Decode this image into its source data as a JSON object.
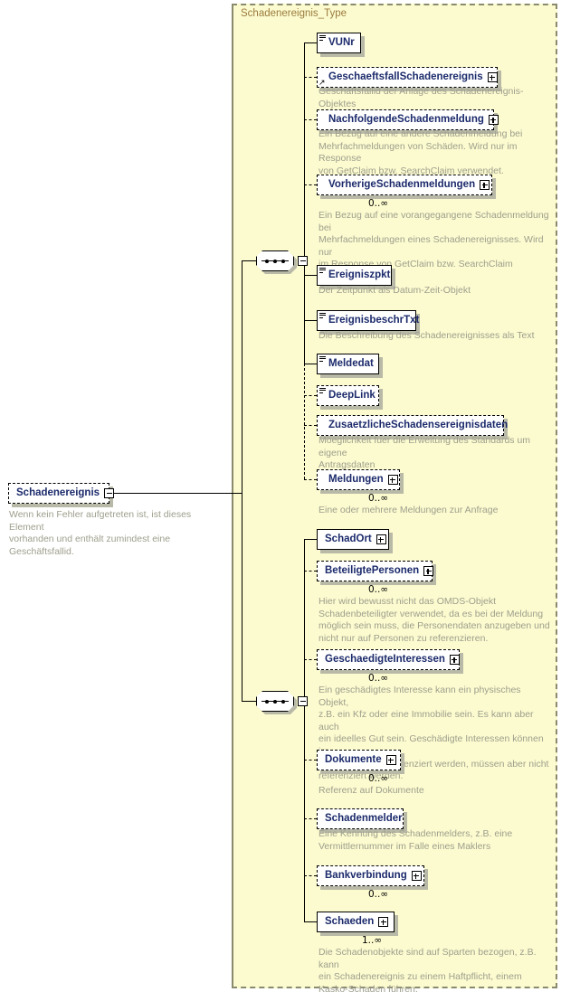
{
  "diagram": {
    "kind": "xsd-schema-tree",
    "type_container_title": "Schadenereignis_Type",
    "colors": {
      "container_bg": "#fcfbcf",
      "container_border": "#8a8a6e",
      "node_label": "#1b2a6b",
      "annotation": "#9e9e8d",
      "type_title": "#9a7b3f",
      "shadow": "#b9b9a8"
    }
  },
  "root": {
    "label": "Schadenereignis",
    "style": "dashed",
    "control": "minus",
    "annotation": "Wenn kein Fehler aufgetreten ist, ist dieses Element\nvorhanden und enthält zumindest eine Geschäftsfallid."
  },
  "sequences": [
    {
      "name": "sequence-group-1",
      "control": "minus"
    },
    {
      "name": "sequence-group-2",
      "control": "minus"
    }
  ],
  "nodes": [
    {
      "id": "vunr",
      "label": "VUNr",
      "style": "solid",
      "glyph": "simple-type",
      "control": "none",
      "occurs": "",
      "annotation": ""
    },
    {
      "id": "geschaeftsfallschadenereignis",
      "label": "GeschaeftsfallSchadenereignis",
      "style": "dashed",
      "glyph": "ref-arrow",
      "control": "plus",
      "occurs": "",
      "annotation": "Geschäftsfallid der Anlage des Schadenereignis-Objektes"
    },
    {
      "id": "nachfolgendeschadenmeldung",
      "label": "NachfolgendeSchadenmeldung",
      "style": "dashed",
      "glyph": "none",
      "control": "plus",
      "occurs": "",
      "annotation": "Ein Bezug auf eine andere Schadenmeldung bei\nMehrfachmeldungen von Schäden. Wird nur im Response\nvon GetClaim bzw. SearchClaim verwendet."
    },
    {
      "id": "vorherigeschadenmeldungen",
      "label": "VorherigeSchadenmeldungen",
      "style": "dashed",
      "glyph": "none",
      "control": "plus",
      "occurs": "0..∞",
      "annotation": "Ein Bezug auf eine vorangegangene Schadenmeldung bei\nMehrfachmeldungen eines Schadenereignisses. Wird nur\nim Response von GetClaim bzw. SearchClaim\nverwendet."
    },
    {
      "id": "ereigniszpkt",
      "label": "Ereigniszpkt",
      "style": "solid",
      "glyph": "simple-type",
      "control": "none",
      "occurs": "",
      "annotation": "Der Zeitpunkt als Datum-Zeit-Objekt"
    },
    {
      "id": "ereignisbeschrtxt",
      "label": "EreignisbeschrTxt",
      "style": "solid",
      "glyph": "simple-type",
      "control": "none",
      "occurs": "",
      "annotation": "Die Beschreibung des Schadenereignisses als Text"
    },
    {
      "id": "meldedat",
      "label": "Meldedat",
      "style": "solid",
      "glyph": "simple-type",
      "control": "none",
      "occurs": "",
      "annotation": ""
    },
    {
      "id": "deeplink",
      "label": "DeepLink",
      "style": "dashed",
      "glyph": "simple-type",
      "control": "none",
      "occurs": "",
      "annotation": ""
    },
    {
      "id": "zusaetzlicheschadensereignisdaten",
      "label": "ZusaetzlicheSchadensereignisdaten",
      "style": "dashed",
      "glyph": "none",
      "control": "none",
      "occurs": "",
      "annotation": "Moeglichkeit fuer die Erweitung des Standards um eigene\nAntragsdaten"
    },
    {
      "id": "meldungen",
      "label": "Meldungen",
      "style": "dashed",
      "glyph": "none",
      "control": "plus",
      "occurs": "0..∞",
      "annotation": "Eine oder mehrere Meldungen zur Anfrage"
    },
    {
      "id": "schadort",
      "label": "SchadOrt",
      "style": "solid",
      "glyph": "none",
      "control": "plus",
      "occurs": "",
      "annotation": ""
    },
    {
      "id": "beteiligtepersonen",
      "label": "BeteiligtePersonen",
      "style": "dashed",
      "glyph": "none",
      "control": "plus",
      "occurs": "0..∞",
      "annotation": "Hier wird bewusst nicht das OMDS-Objekt\nSchadenbeteiligter verwendet, da es bei der Meldung\nmöglich sein muss, die Personendaten anzugeben und\nnicht nur auf Personen zu referenzieren."
    },
    {
      "id": "geschaedigteinteressen",
      "label": "GeschaedigteInteressen",
      "style": "dashed",
      "glyph": "none",
      "control": "plus",
      "occurs": "0..∞",
      "annotation": "Ein geschädigtes Interesse kann ein physisches Objekt,\nz.B. ein Kfz oder eine Immobilie sein. Es kann aber auch\nein ideelles Gut sein. Geschädigte Interessen können im\nSchadenobjekt referenziert werden, müssen aber nicht\nreferenziert werden."
    },
    {
      "id": "dokumente",
      "label": "Dokumente",
      "style": "dashed",
      "glyph": "none",
      "control": "plus",
      "occurs": "0..∞",
      "annotation": "Referenz auf Dokumente"
    },
    {
      "id": "schadenmelder",
      "label": "Schadenmelder",
      "style": "dashed",
      "glyph": "none",
      "control": "none",
      "occurs": "",
      "annotation": "Eine Kennung des Schadenmelders, z.B. eine\nVermittlernummer im Falle eines Maklers"
    },
    {
      "id": "bankverbindung",
      "label": "Bankverbindung",
      "style": "dashed",
      "glyph": "none",
      "control": "plus",
      "occurs": "0..∞",
      "annotation": ""
    },
    {
      "id": "schaeden",
      "label": "Schaeden",
      "style": "solid",
      "glyph": "none",
      "control": "plus",
      "occurs": "1..∞",
      "annotation": "Die Schadenobjekte sind auf Sparten bezogen, z.B. kann\nein Schadenereignis zu einem Haftpflicht, einem\nKasko-Schaden führen."
    }
  ]
}
